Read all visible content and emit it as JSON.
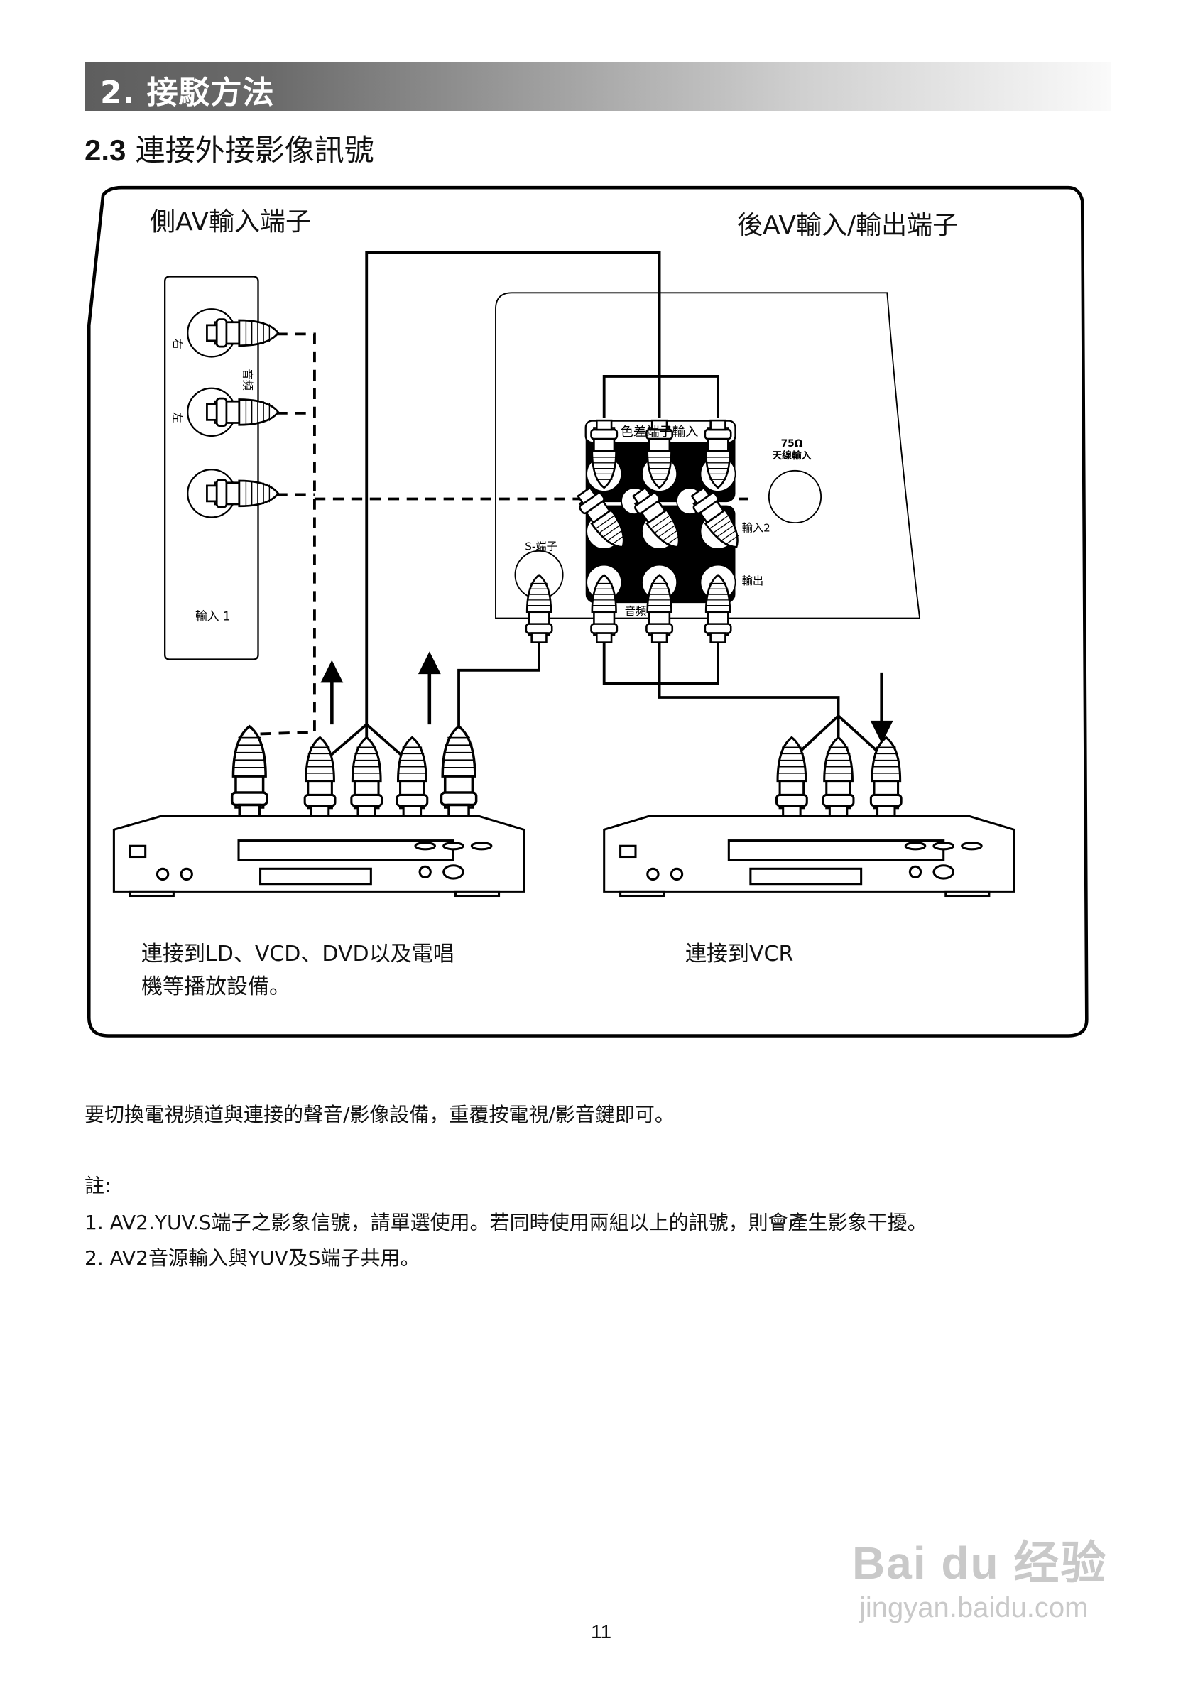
{
  "header": {
    "title": "2. 接駁方法"
  },
  "section": {
    "number": "2.3",
    "title": "連接外接影像訊號"
  },
  "diagram": {
    "side_label": "側AV輸入端子",
    "rear_label": "後AV輸入/輸出端子",
    "side_panel": {
      "right": "右",
      "left": "左",
      "audio": "音頻",
      "input": "輸入 1"
    },
    "rear_panel": {
      "component": "色差端子輸入",
      "antenna_ohm": "75Ω",
      "antenna": "天線輸入",
      "input2": "輸入2",
      "output": "輸出",
      "s_terminal": "S-端子",
      "audio": "音頻"
    },
    "caption_left_1": "連接到LD、VCD、DVD以及電唱",
    "caption_left_2": "機等播放設備。",
    "caption_right": "連接到VCR"
  },
  "instruction": "要切換電視頻道與連接的聲音/影像設備，重覆按電視/影音鍵即可。",
  "notes": {
    "heading": "註:",
    "items": [
      "1. AV2.YUV.S端子之影象信號，請單選使用。若同時使用兩組以上的訊號，則會產生影象干擾。",
      "2. AV2音源輸入與YUV及S端子共用。"
    ]
  },
  "page_number": "11",
  "watermark": {
    "logo": "Bai du 经验",
    "url": "jingyan.baidu.com"
  }
}
